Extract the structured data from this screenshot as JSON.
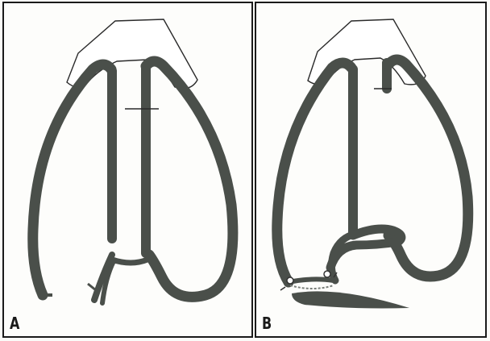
{
  "panels": [
    {
      "id": "A",
      "label": "A"
    },
    {
      "id": "B",
      "label": "B"
    }
  ],
  "colors": {
    "wall": "#4a4f4a",
    "border": "#1a1a1a",
    "background": "#fdfdfb",
    "cap_fill": "#ffffff"
  }
}
